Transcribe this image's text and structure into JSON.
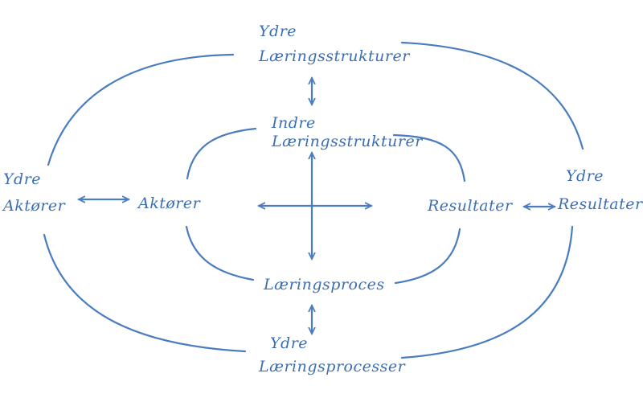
{
  "diagram": {
    "stroke_color": "#4a7cc0",
    "text_color": "#3a6fb5",
    "nodes": {
      "outer_top": {
        "line1": "Ydre",
        "line2": "Læringsstrukturer"
      },
      "inner_top": {
        "line1": "Indre",
        "line2": "Læringsstrukturer"
      },
      "outer_left": {
        "line1": "Ydre",
        "line2": "Aktører"
      },
      "inner_left": {
        "line1": "Aktører"
      },
      "inner_right": {
        "line1": "Resultater"
      },
      "outer_right": {
        "line1": "Ydre",
        "line2": "Resultater"
      },
      "inner_bottom": {
        "line1": "Læringsproces"
      },
      "outer_bottom": {
        "line1": "Ydre",
        "line2": "Læringsprocesser"
      }
    }
  }
}
